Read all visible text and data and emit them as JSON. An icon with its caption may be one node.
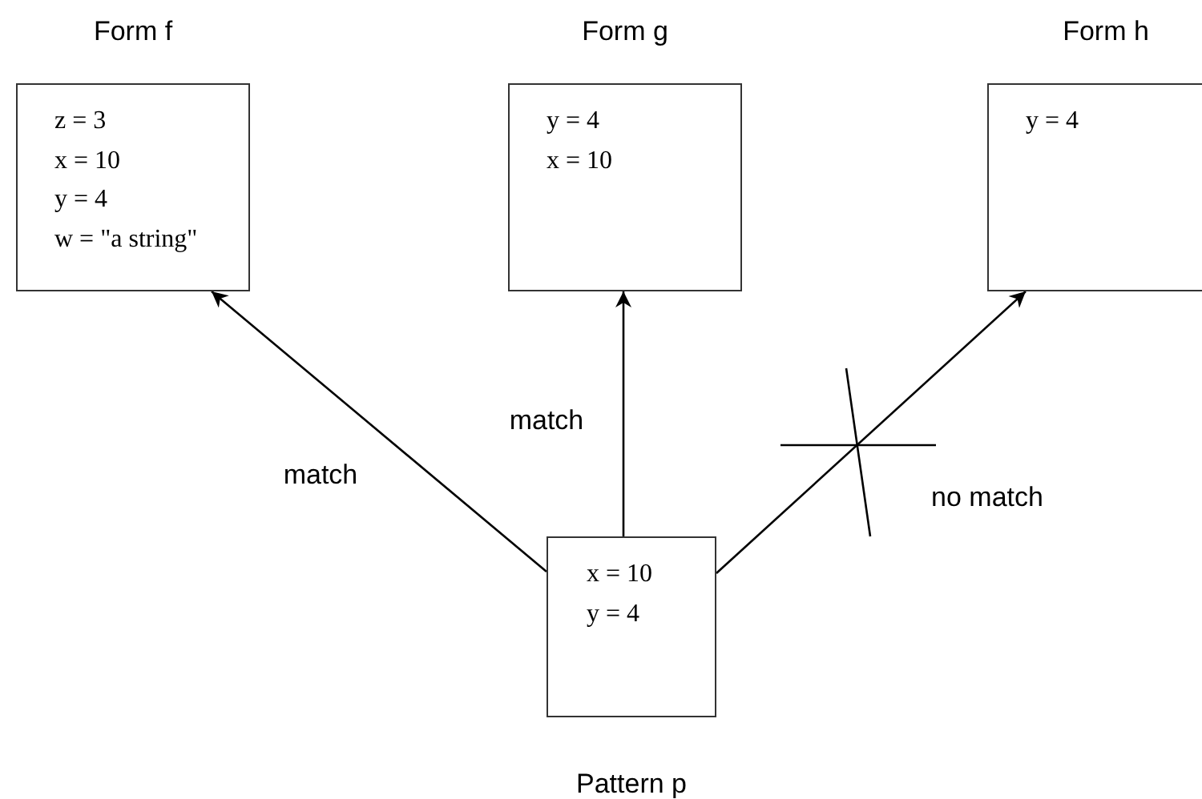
{
  "diagram": {
    "nodes": [
      {
        "text": [
          "Form f",
          "z = 3",
          "x = 10",
          "y = 4",
          "w = \"a string\""
        ]
      },
      {
        "text": [
          "Form g",
          "y = 4",
          "x = 10"
        ]
      },
      {
        "text": [
          "Form h",
          "y = 4"
        ]
      },
      {
        "text": [
          "x = 10",
          "y = 4",
          "Pattern p"
        ]
      }
    ],
    "edges": [
      {
        "from": 3,
        "to": 0,
        "arrow": "to",
        "label": "match"
      },
      {
        "from": 3,
        "to": 1,
        "arrow": "to",
        "label": "match"
      },
      {
        "from": 3,
        "to": 2,
        "arrow": "to",
        "label": "no match"
      }
    ]
  }
}
